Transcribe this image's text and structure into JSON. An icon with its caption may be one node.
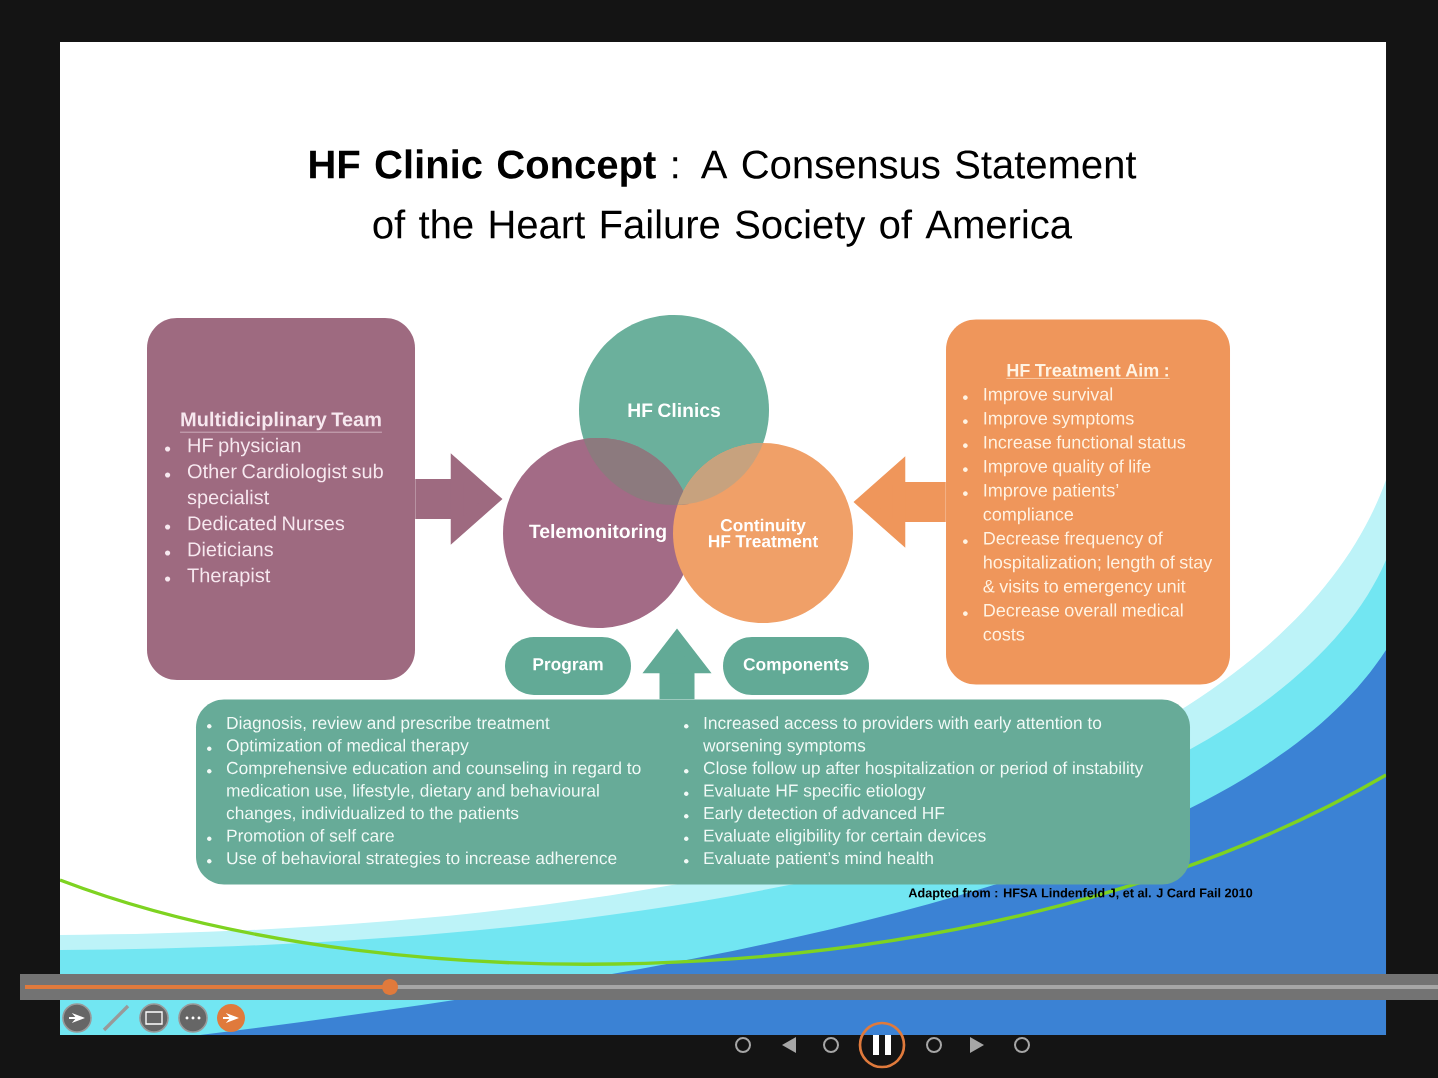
{
  "diagram": {
    "title": "**HF Clinic Concept** : A Consensus Statement of the Heart Failure Society of America",
    "nodes": [
      {
        "text": [
          "Multidiciplinary Team",
          "HF physician",
          "Other Cardiologist sub specialist",
          "Dedicated Nurses",
          "Dieticians",
          "Therapist"
        ]
      },
      {
        "text": [
          "HF Clinics"
        ]
      },
      {
        "text": [
          "Telemonitoring"
        ]
      },
      {
        "text": [
          "Continuity HF Treatment"
        ]
      },
      {
        "text": [
          "HF Treatment Aim :",
          "Improve survival",
          "Improve symptoms",
          "Increase functional status",
          "Improve quality of life",
          "Improve patients’ compliance",
          "Decrease frequency of hospitalization; length of stay & visits to emergency unit",
          "Decrease overall medical costs"
        ]
      },
      {
        "text": [
          "Program"
        ]
      },
      {
        "text": [
          "Components"
        ]
      },
      {
        "text": [
          "Diagnosis, review and prescribe treatment",
          "Optimization of medical therapy",
          "Comprehensive education and counseling in regard to medication use, lifestyle, dietary and behavioural changes, individualized to the patients",
          "Promotion of self care",
          "Use of behavioral strategies to increase adherence",
          "Increased access to providers with early attention to worsening symptoms",
          "Close follow up after hospitalization or period of instability",
          "Evaluate HF specific etiology",
          "Early detection of advanced HF",
          "Evaluate eligibility for certain devices",
          "Evaluate patient’s mind health"
        ]
      }
    ],
    "edges": [
      {
        "from": 0,
        "to": 2,
        "arrow": "to",
        "color": "#9e6a80"
      },
      {
        "from": 4,
        "to": 3,
        "arrow": "to",
        "color": "#ef965b"
      },
      {
        "from": 7,
        "to": 2,
        "arrow": "to",
        "color": "#62aa96"
      }
    ],
    "labels": [
      "Adapted from : HFSA Lindenfeld J, et al. J Card Fail 2010"
    ]
  }
}
